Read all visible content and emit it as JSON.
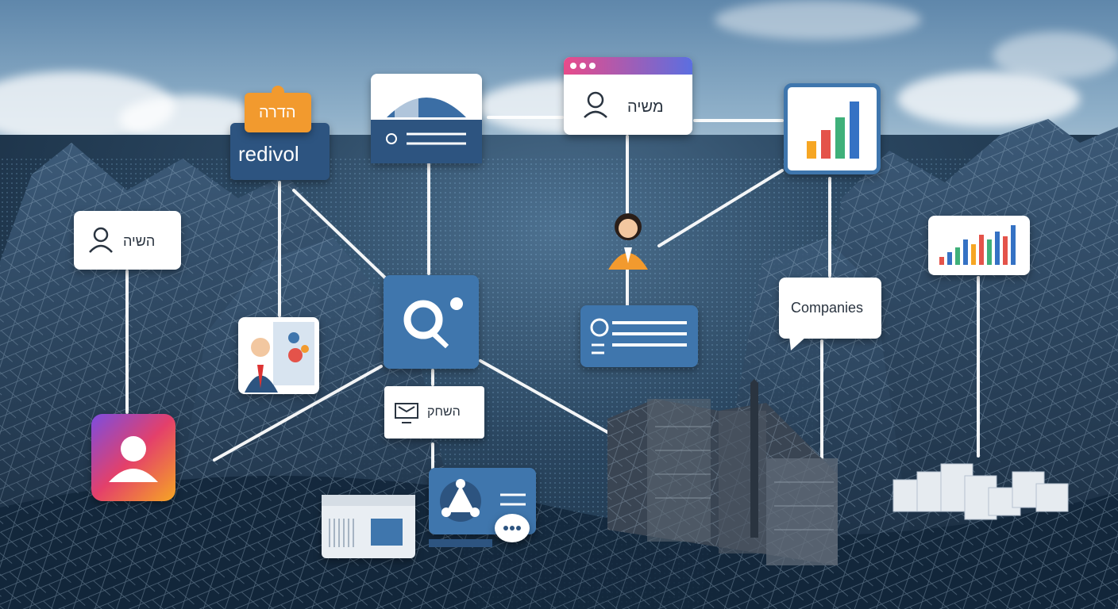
{
  "nodes": {
    "hiring_top_label": "הדרה",
    "redivol_label": "redivol",
    "search_label": "משיה",
    "left_person_label": "השיה",
    "middle_small_label": "השחק",
    "companies_label": "Companies"
  },
  "colors": {
    "accent_blue": "#3f76ad",
    "dark_navy": "#2d5480",
    "orange": "#f29a2e",
    "chart_bars": [
      "#f6a623",
      "#e4534a",
      "#3fb07a",
      "#3572c4"
    ]
  },
  "icons": [
    "puzzle-icon",
    "browser-window-icon",
    "user-icon",
    "bar-chart-icon",
    "magnifier-icon",
    "id-card-icon",
    "monitor-icon",
    "settings-icon",
    "chat-icon",
    "printer-icon",
    "building-icon",
    "cubes-icon",
    "avatar-icon"
  ]
}
